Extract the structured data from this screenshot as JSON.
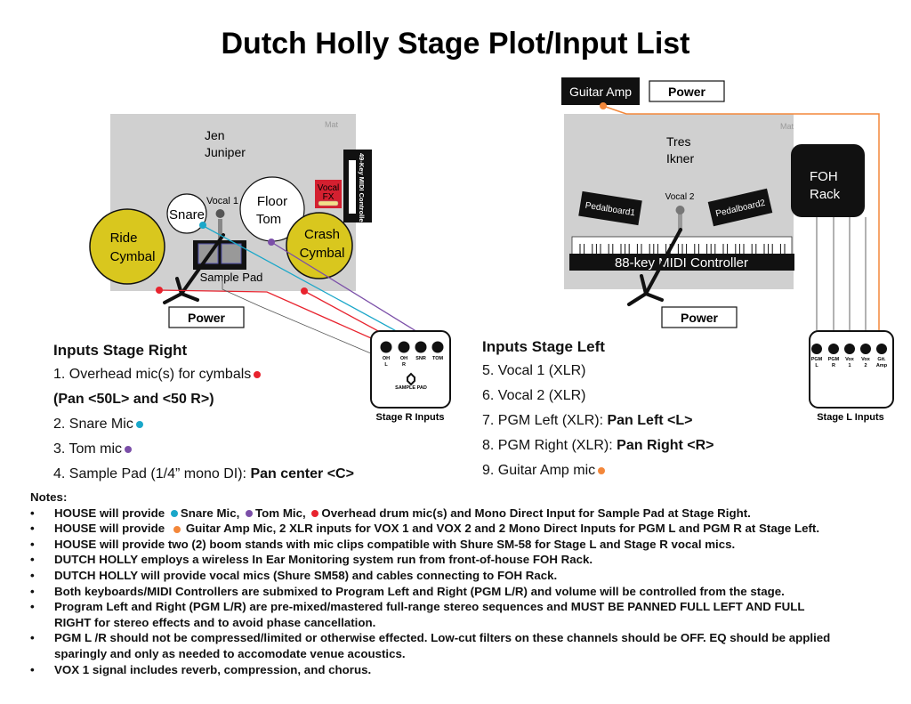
{
  "title": "Dutch Holly Stage Plot/Input List",
  "colors": {
    "snare": "#1aa7c9",
    "tom": "#7b4fa8",
    "overhead": "#e8232e",
    "guitar": "#f3873a",
    "mat": "#d0d0d0",
    "cymbal": "#d9c71e",
    "fx": "#d42030"
  },
  "stage_right": {
    "mat_label": "Mat",
    "performer": [
      "Jen",
      "Juniper"
    ],
    "ride": [
      "Ride",
      "Cymbal"
    ],
    "crash": [
      "Crash",
      "Cymbal"
    ],
    "snare": "Snare",
    "floor_tom": [
      "Floor",
      "Tom"
    ],
    "vocal_mic": "Vocal 1",
    "sample_pad": "Sample Pad",
    "vocal_fx": [
      "Vocal",
      "FX"
    ],
    "midi": "49-Key MIDI Controller",
    "power": "Power",
    "input_box": {
      "channels": [
        [
          "OH",
          "L"
        ],
        [
          "OH",
          "R"
        ],
        [
          "SNR",
          ""
        ],
        [
          "TOM",
          ""
        ]
      ],
      "sample_pad": "SAMPLE PAD",
      "label": "Stage R Inputs"
    }
  },
  "stage_left": {
    "mat_label": "Mat",
    "performer": [
      "Tres",
      "Ikner"
    ],
    "guitar_amp": "Guitar Amp",
    "power_top": "Power",
    "power": "Power",
    "pedalboard1": "Pedalboard1",
    "pedalboard2": "Pedalboard2",
    "vocal_mic": "Vocal 2",
    "keyboard": "88-key MIDI Controller",
    "foh": [
      "FOH",
      "Rack"
    ],
    "input_box": {
      "channels": [
        [
          "PGM",
          "L"
        ],
        [
          "PGM",
          "R"
        ],
        [
          "Vox",
          "1"
        ],
        [
          "Vox",
          "2"
        ],
        [
          "Git.",
          "Amp"
        ]
      ],
      "label": "Stage L Inputs"
    }
  },
  "inputs_right": {
    "heading": "Inputs Stage Right",
    "items": [
      "1. Overhead mic(s) for cymbals",
      "(Pan <50L> and <50   R>)",
      "2. Snare Mic",
      "3. Tom mic",
      "4. Sample Pad (1/4” mono DI): ",
      "Pan center <C>"
    ]
  },
  "inputs_left": {
    "heading": "Inputs Stage Left",
    "items": [
      "5. Vocal 1 (XLR)",
      "6. Vocal 2 (XLR)",
      "7. PGM Left (XLR): ",
      "Pan Left  <L>",
      "8. PGM Right (XLR): ",
      "Pan Right <R>",
      "9. Guitar Amp mic"
    ]
  },
  "notes": {
    "heading": "Notes:",
    "n1": [
      "HOUSE will provide ",
      "Snare Mic, ",
      "Tom Mic, ",
      "Overhead drum mic(s) and Mono Direct Input for Sample Pad at Stage Right."
    ],
    "n2": [
      "HOUSE will provide ",
      "Guitar Amp Mic,  2 XLR inputs for VOX 1 and VOX 2 and 2 Mono Direct Inputs for PGM L and PGM R at Stage Left."
    ],
    "n3": "HOUSE will provide two (2) boom stands with mic clips compatible with Shure SM-58 for Stage L and Stage R vocal mics.",
    "n4": "DUTCH HOLLY employs a wireless In Ear Monitoring system run from front-of-house FOH Rack.",
    "n5": "DUTCH HOLLY will provide vocal mics (Shure SM58) and cables connecting to FOH Rack.",
    "n6": "Both keyboards/MIDI Controllers are submixed to Program Left and Right (PGM L/R) and volume will be controlled from the stage.",
    "n7": [
      "Program Left and Right (PGM L/R) are pre-mixed/mastered full-range stereo sequences and MUST BE PANNED FULL LEFT AND FULL",
      "RIGHT for stereo effects and to avoid phase cancellation."
    ],
    "n8": [
      "PGM L /R should not be compressed/limited or otherwise effected.  Low-cut filters on these channels should be OFF. EQ should be applied",
      "sparingly and only as needed to accomodate venue acoustics."
    ],
    "n9": "VOX 1 signal includes reverb, compression, and chorus.",
    "bullet": "•"
  }
}
